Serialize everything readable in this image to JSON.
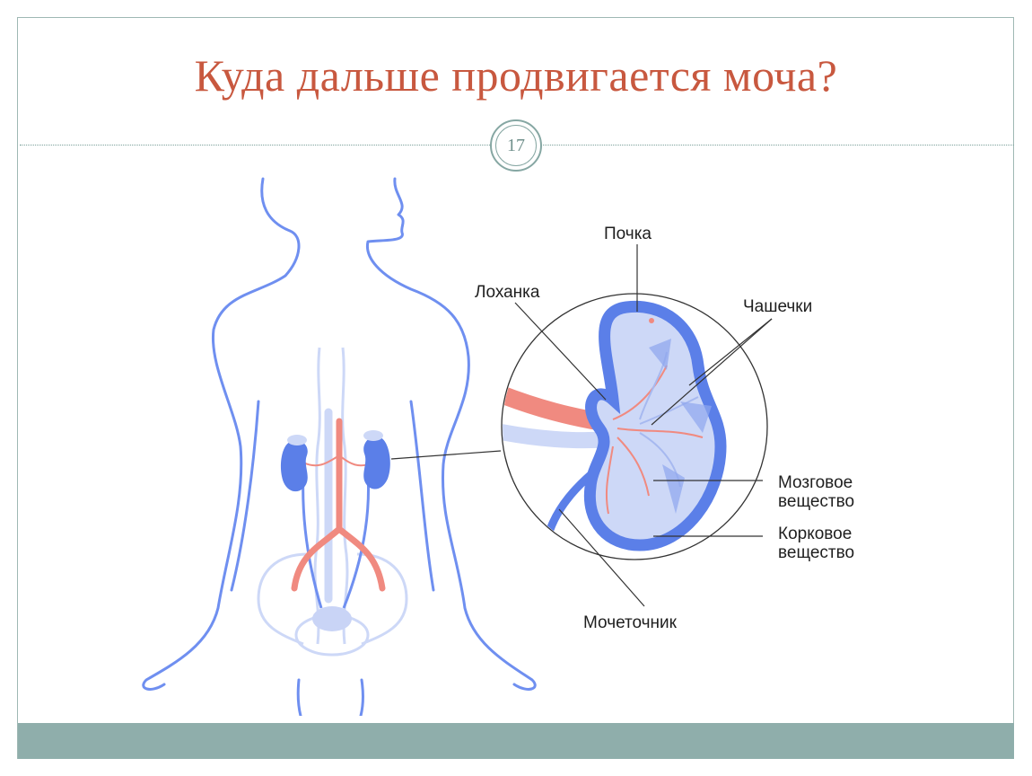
{
  "slide": {
    "title": "Куда дальше продвигается моча?",
    "page_number": "17"
  },
  "diagram": {
    "labels": {
      "kidney": "Почка",
      "pelvis": "Лоханка",
      "calyces": "Чашечки",
      "medulla_line1": "Мозговое",
      "medulla_line2": "вещество",
      "cortex_line1": "Корковое",
      "cortex_line2": "вещество",
      "ureter": "Мочеточник"
    }
  },
  "colors": {
    "title": "#c8583f",
    "outline_blue": "#6f8ff0",
    "organ_blue": "#5b7fe8",
    "vessel_red": "#f08a80",
    "pale_blue": "#cdd8f7",
    "frame": "#9fb8b4",
    "bottom_bar": "#8faeab"
  }
}
